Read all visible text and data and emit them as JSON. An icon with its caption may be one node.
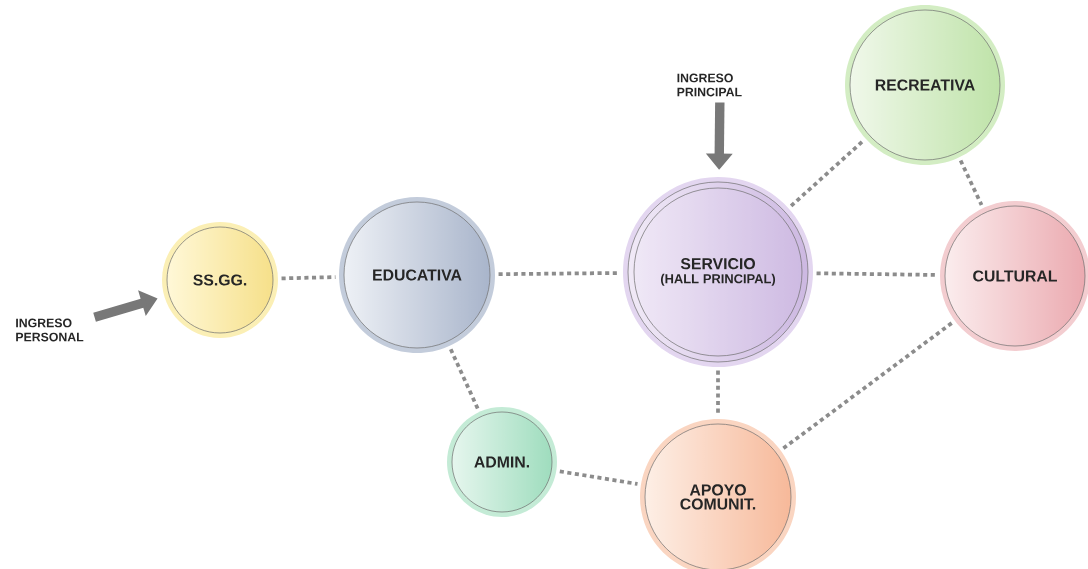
{
  "diagram": {
    "nodes": [
      {
        "text": [
          "SS.GG."
        ]
      },
      {
        "text": [
          "EDUCATIVA"
        ]
      },
      {
        "text": [
          "SERVICIO",
          "(HALL PRINCIPAL)"
        ]
      },
      {
        "text": [
          "RECREATIVA"
        ]
      },
      {
        "text": [
          "CULTURAL"
        ]
      },
      {
        "text": [
          "ADMIN."
        ]
      },
      {
        "text": [
          "APOYO COMUNIT."
        ]
      },
      {
        "text": [
          "INGRESO PERSONAL"
        ]
      },
      {
        "text": [
          "INGRESO PRINCIPAL"
        ]
      }
    ],
    "edges": [
      {
        "from": 0,
        "to": 1,
        "arrow": "none",
        "style": "dashed"
      },
      {
        "from": 1,
        "to": 2,
        "arrow": "none",
        "style": "dashed"
      },
      {
        "from": 2,
        "to": 3,
        "arrow": "none",
        "style": "dashed"
      },
      {
        "from": 2,
        "to": 4,
        "arrow": "none",
        "style": "dashed"
      },
      {
        "from": 3,
        "to": 4,
        "arrow": "none",
        "style": "dashed"
      },
      {
        "from": 1,
        "to": 5,
        "arrow": "none",
        "style": "dashed"
      },
      {
        "from": 5,
        "to": 6,
        "arrow": "none",
        "style": "dashed"
      },
      {
        "from": 2,
        "to": 6,
        "arrow": "none",
        "style": "dashed"
      },
      {
        "from": 6,
        "to": 4,
        "arrow": "none",
        "style": "dashed"
      },
      {
        "from": 7,
        "to": 0,
        "arrow": "to",
        "style": "thick"
      },
      {
        "from": 8,
        "to": 2,
        "arrow": "to",
        "style": "thick"
      }
    ]
  }
}
